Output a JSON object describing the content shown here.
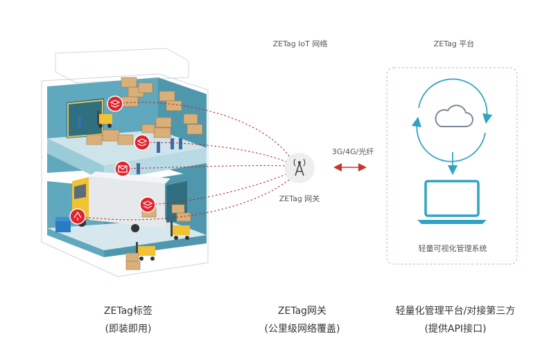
{
  "network_title": "ZETag IoT 网络",
  "platform_title": "ZETag 平台",
  "link_label": "3G/4G/光纤",
  "gateway_label": "ZETag 网关",
  "system_label": "轻量可视化管理系统",
  "captions": {
    "tag_line1": "ZETag标签",
    "tag_line2": "(即装即用)",
    "gateway_line1": "ZETag网关",
    "gateway_line2": "(公里级网络覆盖)",
    "platform_line1": "轻量化管理平台/对接第三方",
    "platform_line2": "(提供API接口)"
  },
  "colors": {
    "accent_teal": "#2fa3c1",
    "tag_red": "#e0242e",
    "link_red": "#c8332e",
    "wall_teal": "#5fa8bd",
    "floor_light": "#cfe3ea"
  },
  "icons": [
    "building-illustration",
    "tag-icon",
    "gateway-antenna-icon",
    "cloud-icon",
    "laptop-icon",
    "sync-arrows-icon"
  ]
}
